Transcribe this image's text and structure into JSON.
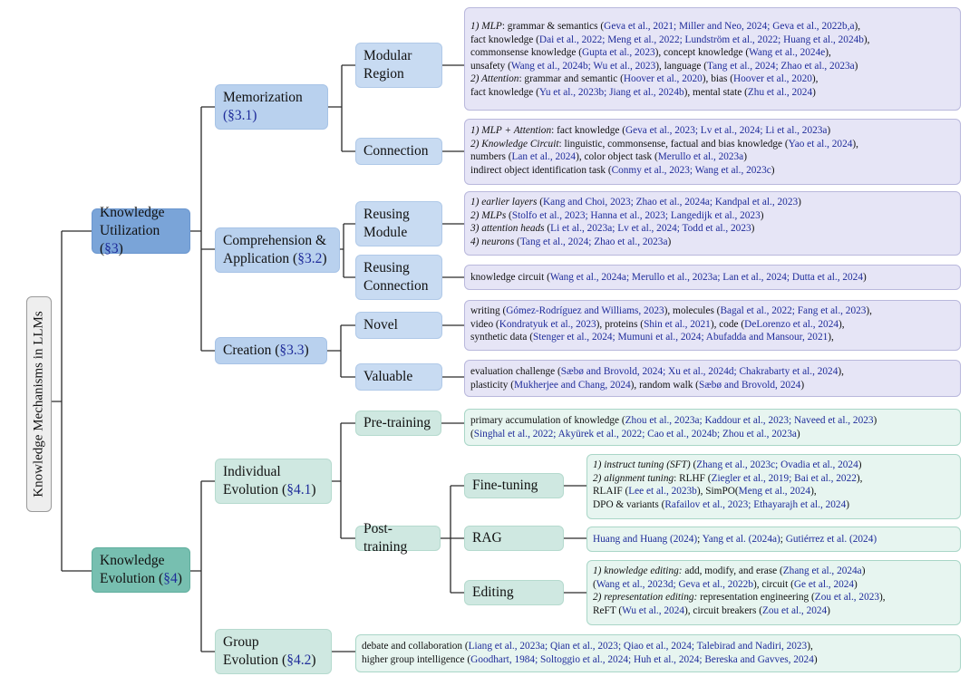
{
  "root": {
    "label": "Knowledge Mechanisms in LLMs"
  },
  "utilization": {
    "line1": "Knowledge",
    "line2a": "Utilization (",
    "sec": "§3",
    "close": ")"
  },
  "evolution": {
    "line1": "Knowledge",
    "line2a": "Evolution (",
    "sec": "§4",
    "close": ")"
  },
  "memorization": {
    "line1": "Memorization",
    "sec": "(§3.1)"
  },
  "comprehension": {
    "line1": "Comprehension &",
    "line2a": "Application (",
    "sec": "§3.2",
    "close": ")"
  },
  "creation": {
    "line1a": "Creation (",
    "sec": "§3.3",
    "close": ")"
  },
  "individual": {
    "line1": "Individual",
    "line2a": "Evolution (",
    "sec": "§4.1",
    "close": ")"
  },
  "group": {
    "line1": "Group",
    "line2a": "Evolution (",
    "sec": "§4.2",
    "close": ")"
  },
  "modular": {
    "line1": "Modular",
    "line2": "Region"
  },
  "connection": {
    "label": "Connection"
  },
  "reusing_module": {
    "line1": "Reusing",
    "line2": "Module"
  },
  "reusing_connection": {
    "line1": "Reusing",
    "line2": "Connection"
  },
  "novel": {
    "label": "Novel"
  },
  "valuable": {
    "label": "Valuable"
  },
  "pretraining": {
    "label": "Pre-training"
  },
  "posttraining": {
    "label": "Post-training"
  },
  "finetuning": {
    "label": "Fine-tuning"
  },
  "rag": {
    "label": "RAG"
  },
  "editing": {
    "label": "Editing"
  },
  "leaves": {
    "modular": [
      [
        [
          "it",
          "1) MLP"
        ],
        [
          "t",
          ": grammar & semantics ("
        ],
        [
          "r",
          "Geva et al., 2021; Miller and Neo, 2024; Geva et al., 2022b,a"
        ],
        [
          "t",
          "),"
        ]
      ],
      [
        [
          "t",
          "fact knowledge ("
        ],
        [
          "r",
          "Dai et al., 2022; Meng et al., 2022; Lundström et al., 2022; Huang et al., 2024b"
        ],
        [
          "t",
          "),"
        ]
      ],
      [
        [
          "t",
          "commonsense knowledge ("
        ],
        [
          "r",
          "Gupta et al., 2023"
        ],
        [
          "t",
          "), concept knowledge ("
        ],
        [
          "r",
          "Wang et al., 2024e"
        ],
        [
          "t",
          "),"
        ]
      ],
      [
        [
          "t",
          "unsafety ("
        ],
        [
          "r",
          "Wang et al., 2024b; Wu et al., 2023"
        ],
        [
          "t",
          "), language ("
        ],
        [
          "r",
          "Tang et al., 2024; Zhao et al., 2023a"
        ],
        [
          "t",
          ")"
        ]
      ],
      [
        [
          "it",
          "2) Attention"
        ],
        [
          "t",
          ": grammar and semantic ("
        ],
        [
          "r",
          "Hoover et al., 2020"
        ],
        [
          "t",
          "), bias ("
        ],
        [
          "r",
          "Hoover et al., 2020"
        ],
        [
          "t",
          "),"
        ]
      ],
      [
        [
          "t",
          "fact knowledge ("
        ],
        [
          "r",
          "Yu et al., 2023b; Jiang et al., 2024b"
        ],
        [
          "t",
          "), mental state ("
        ],
        [
          "r",
          "Zhu et al., 2024"
        ],
        [
          "t",
          ")"
        ]
      ]
    ],
    "connection": [
      [
        [
          "it",
          "1) MLP + Attention"
        ],
        [
          "t",
          ": fact knowledge ("
        ],
        [
          "r",
          "Geva et al., 2023; Lv et al., 2024; Li et al., 2023a"
        ],
        [
          "t",
          ")"
        ]
      ],
      [
        [
          "it",
          "2) Knowledge Circuit"
        ],
        [
          "t",
          ": linguistic, commonsense, factual and bias knowledge ("
        ],
        [
          "r",
          "Yao et al., 2024"
        ],
        [
          "t",
          "),"
        ]
      ],
      [
        [
          "t",
          "numbers ("
        ],
        [
          "r",
          "Lan et al., 2024"
        ],
        [
          "t",
          "), color object task ("
        ],
        [
          "r",
          "Merullo et al., 2023a"
        ],
        [
          "t",
          ")"
        ]
      ],
      [
        [
          "t",
          "indirect object identification task ("
        ],
        [
          "r",
          "Conmy et al., 2023; Wang et al., 2023c"
        ],
        [
          "t",
          ")"
        ]
      ]
    ],
    "reusing_module": [
      [
        [
          "it",
          "1) earlier layers"
        ],
        [
          "t",
          " ("
        ],
        [
          "r",
          "Kang and Choi, 2023; Zhao et al., 2024a; Kandpal et al., 2023"
        ],
        [
          "t",
          ")"
        ]
      ],
      [
        [
          "it",
          "2) MLPs"
        ],
        [
          "t",
          " ("
        ],
        [
          "r",
          "Stolfo et al., 2023; Hanna et al., 2023; Langedijk et al., 2023"
        ],
        [
          "t",
          ")"
        ]
      ],
      [
        [
          "it",
          "3) attention heads"
        ],
        [
          "t",
          " ("
        ],
        [
          "r",
          "Li et al., 2023a; Lv et al., 2024; Todd et al., 2023"
        ],
        [
          "t",
          ")"
        ]
      ],
      [
        [
          "it",
          "4) neurons"
        ],
        [
          "t",
          " ("
        ],
        [
          "r",
          "Tang et al., 2024; Zhao et al., 2023a"
        ],
        [
          "t",
          ")"
        ]
      ]
    ],
    "reusing_connection": [
      [
        [
          "t",
          "knowledge circuit ("
        ],
        [
          "r",
          "Wang et al., 2024a; Merullo et al., 2023a; Lan et al., 2024; Dutta et al., 2024"
        ],
        [
          "t",
          ")"
        ]
      ]
    ],
    "novel": [
      [
        [
          "t",
          "writing ("
        ],
        [
          "r",
          "Gómez-Rodríguez and Williams, 2023"
        ],
        [
          "t",
          "), molecules ("
        ],
        [
          "r",
          "Bagal et al., 2022; Fang et al., 2023"
        ],
        [
          "t",
          "),"
        ]
      ],
      [
        [
          "t",
          "video ("
        ],
        [
          "r",
          "Kondratyuk et al., 2023"
        ],
        [
          "t",
          "), proteins ("
        ],
        [
          "r",
          "Shin et al., 2021"
        ],
        [
          "t",
          "), code ("
        ],
        [
          "r",
          "DeLorenzo et al., 2024"
        ],
        [
          "t",
          "),"
        ]
      ],
      [
        [
          "t",
          "synthetic data ("
        ],
        [
          "r",
          "Stenger et al., 2024; Mumuni et al., 2024; Abufadda and Mansour, 2021"
        ],
        [
          "t",
          "),"
        ]
      ]
    ],
    "valuable": [
      [
        [
          "t",
          "evaluation challenge ("
        ],
        [
          "r",
          "Sæbø and Brovold, 2024; Xu et al., 2024d; Chakrabarty et al., 2024"
        ],
        [
          "t",
          "),"
        ]
      ],
      [
        [
          "t",
          "plasticity ("
        ],
        [
          "r",
          "Mukherjee and Chang, 2024"
        ],
        [
          "t",
          "), random walk ("
        ],
        [
          "r",
          "Sæbø and Brovold, 2024"
        ],
        [
          "t",
          ")"
        ]
      ]
    ],
    "pretraining": [
      [
        [
          "t",
          "primary accumulation of knowledge ("
        ],
        [
          "r",
          "Zhou et al., 2023a; Kaddour et al., 2023; Naveed et al., 2023"
        ],
        [
          "t",
          ")"
        ]
      ],
      [
        [
          "t",
          "("
        ],
        [
          "r",
          "Singhal et al., 2022; Akyürek et al., 2022; Cao et al., 2024b; Zhou et al., 2023a"
        ],
        [
          "t",
          ")"
        ]
      ]
    ],
    "finetuning": [
      [
        [
          "it",
          "1) instruct tuning (SFT)"
        ],
        [
          "t",
          " ("
        ],
        [
          "r",
          "Zhang et al., 2023c; Ovadia et al., 2024"
        ],
        [
          "t",
          ")"
        ]
      ],
      [
        [
          "it",
          "2) alignment tuning"
        ],
        [
          "t",
          ":  RLHF ("
        ],
        [
          "r",
          "Ziegler et al., 2019; Bai et al., 2022"
        ],
        [
          "t",
          "),"
        ]
      ],
      [
        [
          "t",
          "RLAIF ("
        ],
        [
          "r",
          "Lee et al., 2023b"
        ],
        [
          "t",
          "), SimPO("
        ],
        [
          "r",
          "Meng et al., 2024"
        ],
        [
          "t",
          "),"
        ]
      ],
      [
        [
          "t",
          "DPO & variants ("
        ],
        [
          "r",
          "Rafailov et al., 2023; Ethayarajh et al., 2024"
        ],
        [
          "t",
          ")"
        ]
      ]
    ],
    "rag": [
      [
        [
          "r",
          "Huang and Huang (2024)"
        ],
        [
          "t",
          "; "
        ],
        [
          "r",
          "Yang et al. (2024a)"
        ],
        [
          "t",
          "; "
        ],
        [
          "r",
          "Gutiérrez et al. (2024)"
        ]
      ]
    ],
    "editing": [
      [
        [
          "it",
          "1) knowledge editing:"
        ],
        [
          "t",
          " add, modify, and erase ("
        ],
        [
          "r",
          "Zhang et al., 2024a"
        ],
        [
          "t",
          ")"
        ]
      ],
      [
        [
          "t",
          "("
        ],
        [
          "r",
          "Wang et al., 2023d; Geva et al., 2022b"
        ],
        [
          "t",
          "), circuit ("
        ],
        [
          "r",
          "Ge et al., 2024"
        ],
        [
          "t",
          ")"
        ]
      ],
      [
        [
          "it",
          "2) representation editing:"
        ],
        [
          "t",
          " representation engineering ("
        ],
        [
          "r",
          "Zou et al., 2023"
        ],
        [
          "t",
          "),"
        ]
      ],
      [
        [
          "t",
          "ReFT ("
        ],
        [
          "r",
          "Wu et al., 2024"
        ],
        [
          "t",
          "), circuit breakers ("
        ],
        [
          "r",
          "Zou et al., 2024"
        ],
        [
          "t",
          ")"
        ]
      ]
    ],
    "group": [
      [
        [
          "t",
          "debate and collaboration ("
        ],
        [
          "r",
          "Liang et al., 2023a; Qian et al., 2023; Qiao et al., 2024; Talebirad and Nadiri, 2023"
        ],
        [
          "t",
          "),"
        ]
      ],
      [
        [
          "t",
          "higher group intelligence ("
        ],
        [
          "r",
          "Goodhart, 1984; Soltoggio et al., 2024; Huh et al., 2024; Bereska and Gavves, 2024"
        ],
        [
          "t",
          ")"
        ]
      ]
    ]
  }
}
